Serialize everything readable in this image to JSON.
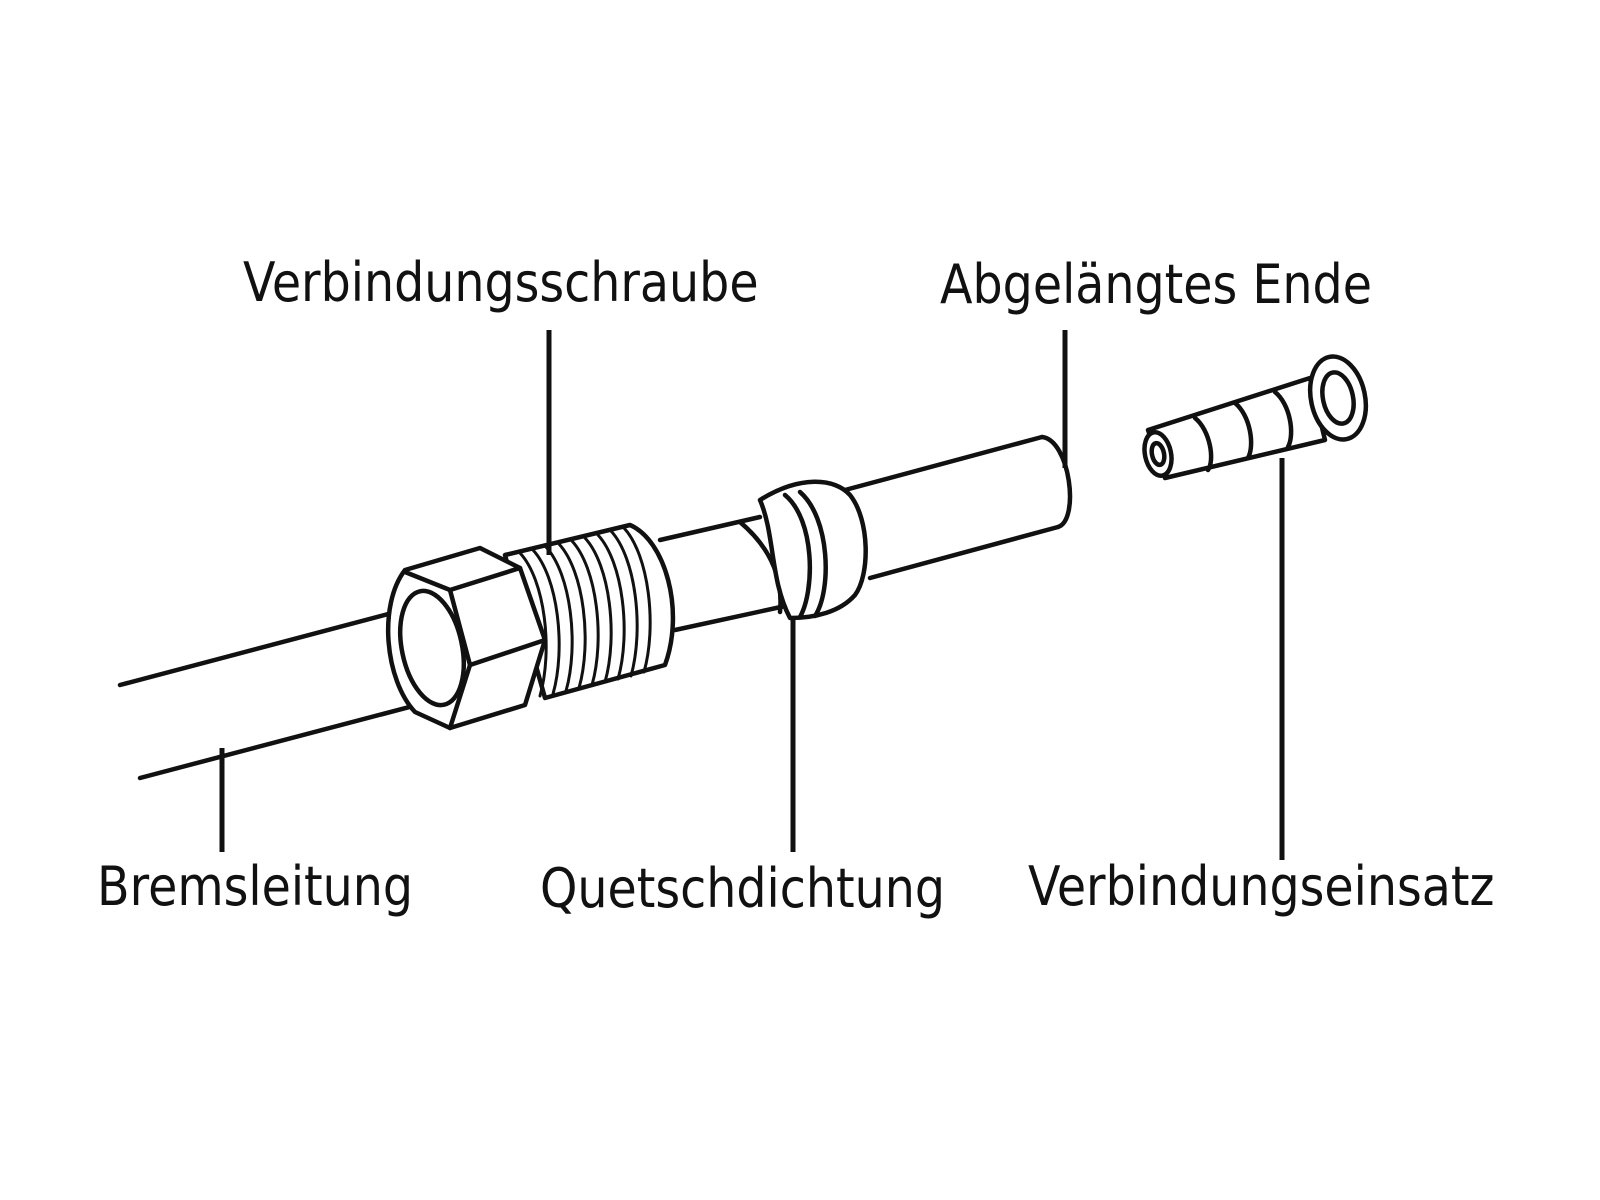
{
  "labels": {
    "connection_screw": "Verbindungsschraube",
    "cut_end": "Abgelängtes Ende",
    "brake_line": "Bremsleitung",
    "olive": "Quetschdichtung",
    "connector_insert": "Verbindungseinsatz"
  },
  "colors": {
    "line": "#111111",
    "background": "#ffffff"
  }
}
